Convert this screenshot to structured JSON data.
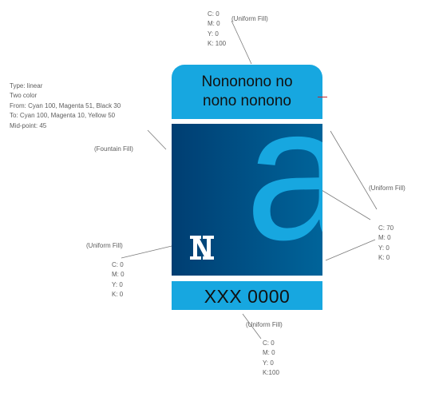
{
  "colors": {
    "cyan": "#17a7e0",
    "gradient_from": "#003e72",
    "gradient_to": "#00649a",
    "logo_white": "#ffffff",
    "leader_line": "#7a7a7a",
    "marker_red": "#c0282d"
  },
  "sign": {
    "top_line_1": "Nonon​ono no",
    "top_line_2": "nono nonono",
    "big_letter": "a",
    "logo_icon": "n-logo-icon",
    "bottom_text": "XXX 0000"
  },
  "callouts": {
    "top": {
      "fill_type": "(Uniform Fill)",
      "lines": [
        "C: 0",
        "M: 0",
        "Y: 0",
        "K: 100"
      ]
    },
    "gradient": {
      "lines": [
        "Type: linear",
        "Two color",
        "From: Cyan 100, Magenta 51, Black 30",
        "To: Cyan 100, Magenta 10, Yellow 50",
        "Mid-point: 45"
      ],
      "fill_type": "(Fountain Fill)"
    },
    "right": {
      "fill_type": "(Uniform Fill)",
      "lines": [
        "C: 70",
        "M: 0",
        "Y: 0",
        "K: 0"
      ]
    },
    "left": {
      "fill_type": "(Uniform Fill)",
      "lines": [
        "C: 0",
        "M: 0",
        "Y: 0",
        "K: 0"
      ]
    },
    "bottom": {
      "fill_type": "(Uniform Fill)",
      "lines": [
        "C: 0",
        "M: 0",
        "Y: 0",
        "K:100"
      ]
    }
  }
}
